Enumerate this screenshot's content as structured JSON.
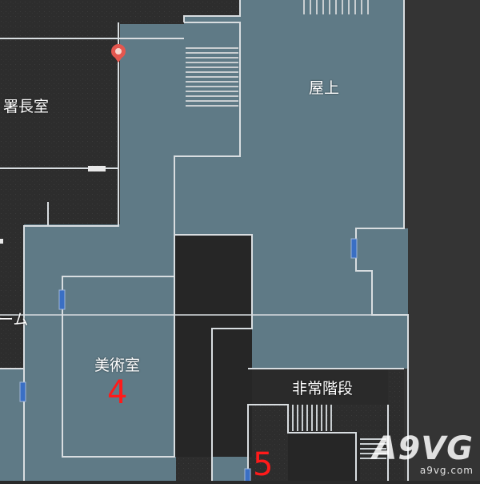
{
  "map": {
    "rooms": {
      "chief_office": "署長室",
      "rooftop": "屋上",
      "partial_room": "ーム",
      "art_room": "美術室",
      "emergency_stairs": "非常階段"
    },
    "markers": {
      "four": "4",
      "five": "5"
    },
    "colors": {
      "dark": "#2b2b2b",
      "floor": "#5f7a86",
      "wall": "#d8dde0",
      "door": "#3a6fc4",
      "marker": "#ff1a1a",
      "pin": "#e4574f"
    }
  },
  "watermark": {
    "logo": "A9VG",
    "url": "a9vg.com"
  }
}
